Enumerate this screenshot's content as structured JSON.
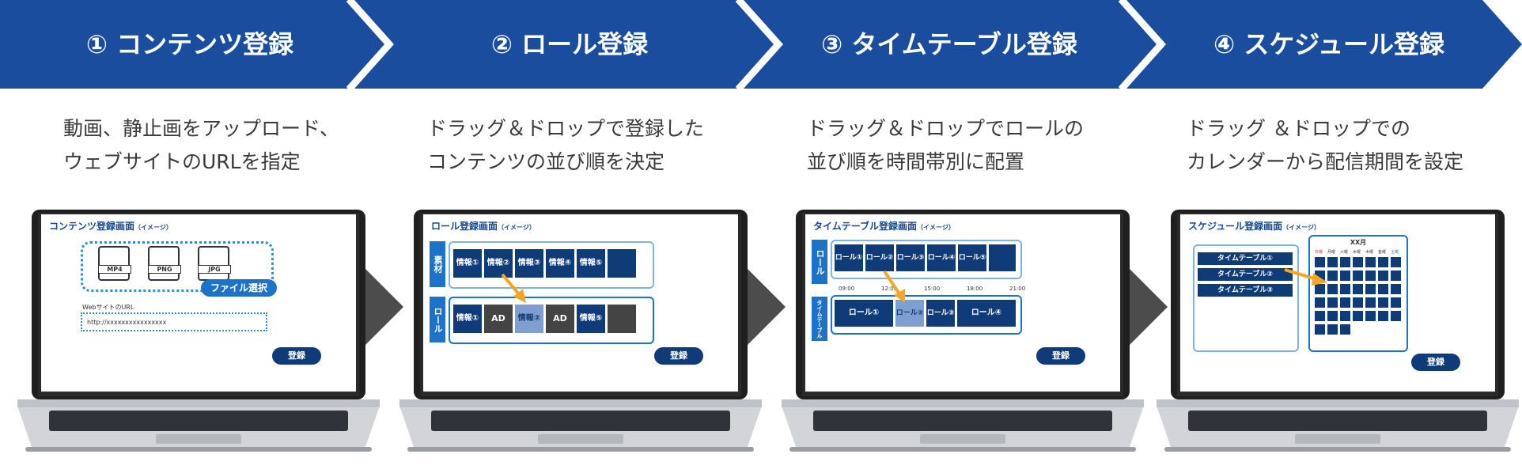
{
  "steps": [
    {
      "title": "① コンテンツ登録",
      "desc_lines": [
        "動画、静止画をアップロード、",
        "ウェブサイトのURLを指定"
      ]
    },
    {
      "title": "② ロール登録",
      "desc_lines": [
        "ドラッグ＆ドロップで登録した",
        "コンテンツの並び順を決定"
      ]
    },
    {
      "title": "③ タイムテーブル登録",
      "desc_lines": [
        "ドラッグ＆ドロップでロールの",
        "並び順を時間帯別に配置"
      ]
    },
    {
      "title": "④ スケジュール登録",
      "desc_lines": [
        "ドラッグ ＆ドロップでの",
        "カレンダーから配信期間を設定"
      ]
    }
  ],
  "screen1": {
    "title": "コンテンツ登録画面",
    "note": "（イメージ）",
    "file_icons": [
      "MP4",
      "PNG",
      "JPG"
    ],
    "select_button": "ファイル選択",
    "url_label": "WebサイトのURL",
    "url_value": "http://xxxxxxxxxxxxxxxx",
    "register": "登録"
  },
  "screen2": {
    "title": "ロール登録画面",
    "note": "（イメージ）",
    "material_label": "素材",
    "role_label": "ロール",
    "material_items": [
      "情報①",
      "情報②",
      "情報③",
      "情報④",
      "情報⑤"
    ],
    "role_items": [
      "情報①",
      "AD",
      "情報②",
      "AD",
      "情報⑤"
    ],
    "register": "登録"
  },
  "screen3": {
    "title": "タイムテーブル登録画面",
    "note": "（イメージ）",
    "role_label": "ロール",
    "timetable_label": "タイムテーブル",
    "role_items": [
      "ロール①",
      "ロール②",
      "ロール③",
      "ロール④",
      "ロール⑤"
    ],
    "times": [
      "09:00",
      "12:00",
      "15:00",
      "18:00",
      "21:00"
    ],
    "slots": [
      "ロール①",
      "ロール②",
      "ロール③",
      "ロール④"
    ],
    "register": "登録"
  },
  "screen4": {
    "title": "スケジュール登録画面",
    "note": "（イメージ）",
    "month": "XX月",
    "timetables": [
      "タイムテーブル①",
      "タイムテーブル②",
      "タイムテーブル③"
    ],
    "weekdays": [
      "日曜",
      "月曜",
      "火曜",
      "水曜",
      "木曜",
      "金曜",
      "土曜"
    ],
    "register": "登録"
  },
  "colors": {
    "banner": "#1b4d9e",
    "dark_cell": "#0f3c78",
    "highlight": "#7e9fcf",
    "arrow": "#f5a623",
    "play": "#4c4c4c"
  }
}
